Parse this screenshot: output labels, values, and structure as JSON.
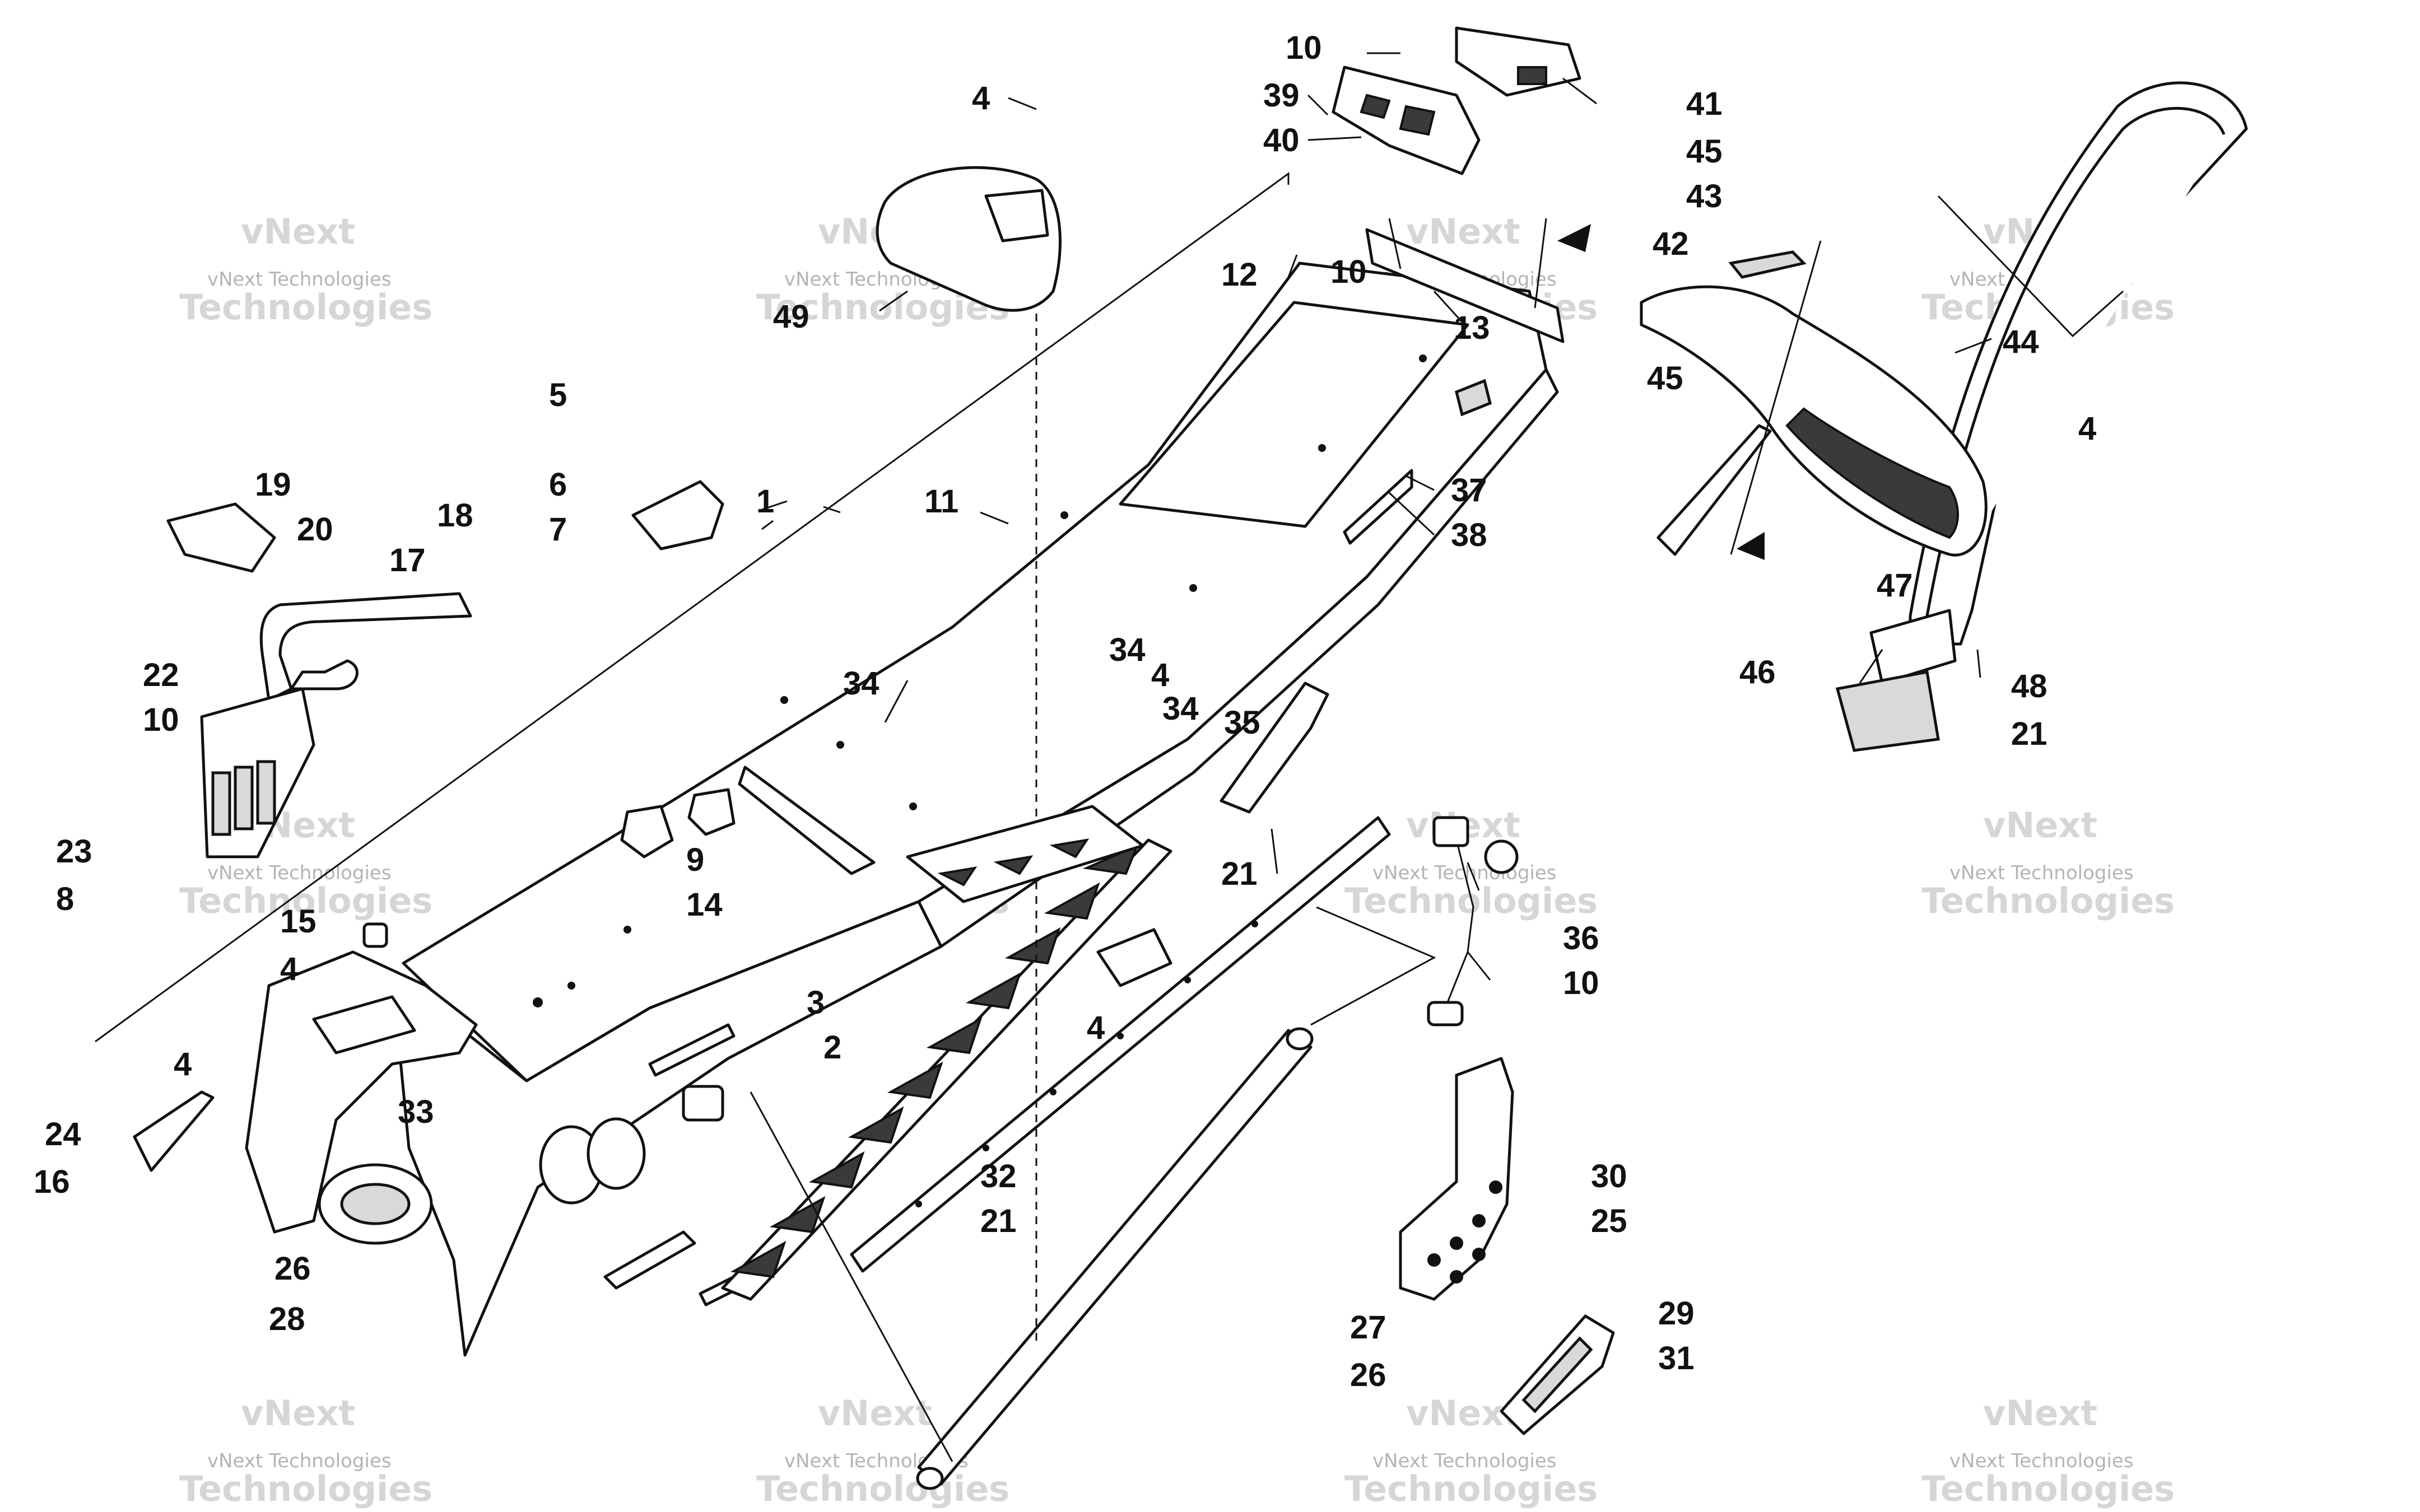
{
  "figure": {
    "background": "#ffffff",
    "line_color": "#111111",
    "callouts": [
      {
        "id": "c10a",
        "label": "10"
      },
      {
        "id": "c39",
        "label": "39"
      },
      {
        "id": "c40",
        "label": "40"
      },
      {
        "id": "c41",
        "label": "41"
      },
      {
        "id": "c4a",
        "label": "4"
      },
      {
        "id": "c45a",
        "label": "45"
      },
      {
        "id": "c43",
        "label": "43"
      },
      {
        "id": "c42",
        "label": "42"
      },
      {
        "id": "c12",
        "label": "12"
      },
      {
        "id": "c10b",
        "label": "10"
      },
      {
        "id": "c13",
        "label": "13"
      },
      {
        "id": "c49",
        "label": "49"
      },
      {
        "id": "c44",
        "label": "44"
      },
      {
        "id": "c45b",
        "label": "45"
      },
      {
        "id": "c4b",
        "label": "4"
      },
      {
        "id": "c5",
        "label": "5"
      },
      {
        "id": "c6",
        "label": "6"
      },
      {
        "id": "c7",
        "label": "7"
      },
      {
        "id": "c1",
        "label": "1"
      },
      {
        "id": "c11",
        "label": "11"
      },
      {
        "id": "c37",
        "label": "37"
      },
      {
        "id": "c38",
        "label": "38"
      },
      {
        "id": "c19",
        "label": "19"
      },
      {
        "id": "c20",
        "label": "20"
      },
      {
        "id": "c18",
        "label": "18"
      },
      {
        "id": "c17",
        "label": "17"
      },
      {
        "id": "c34a",
        "label": "34"
      },
      {
        "id": "c47",
        "label": "47"
      },
      {
        "id": "c46",
        "label": "46"
      },
      {
        "id": "c48",
        "label": "48"
      },
      {
        "id": "c21a",
        "label": "21"
      },
      {
        "id": "c22",
        "label": "22"
      },
      {
        "id": "c10c",
        "label": "10"
      },
      {
        "id": "c34b",
        "label": "34"
      },
      {
        "id": "c4c",
        "label": "4"
      },
      {
        "id": "c34c",
        "label": "34"
      },
      {
        "id": "c35",
        "label": "35"
      },
      {
        "id": "c21b",
        "label": "21"
      },
      {
        "id": "c23",
        "label": "23"
      },
      {
        "id": "c8",
        "label": "8"
      },
      {
        "id": "c9",
        "label": "9"
      },
      {
        "id": "c14",
        "label": "14"
      },
      {
        "id": "c15",
        "label": "15"
      },
      {
        "id": "c4d",
        "label": "4"
      },
      {
        "id": "c36",
        "label": "36"
      },
      {
        "id": "c10d",
        "label": "10"
      },
      {
        "id": "c3",
        "label": "3"
      },
      {
        "id": "c4e",
        "label": "4"
      },
      {
        "id": "c2",
        "label": "2"
      },
      {
        "id": "c4f",
        "label": "4"
      },
      {
        "id": "c24",
        "label": "24"
      },
      {
        "id": "c16",
        "label": "16"
      },
      {
        "id": "c33",
        "label": "33"
      },
      {
        "id": "c32",
        "label": "32"
      },
      {
        "id": "c21c",
        "label": "21"
      },
      {
        "id": "c30",
        "label": "30"
      },
      {
        "id": "c25",
        "label": "25"
      },
      {
        "id": "c26a",
        "label": "26"
      },
      {
        "id": "c28",
        "label": "28"
      },
      {
        "id": "c27",
        "label": "27"
      },
      {
        "id": "c29",
        "label": "29"
      },
      {
        "id": "c26b",
        "label": "26"
      },
      {
        "id": "c31",
        "label": "31"
      }
    ]
  },
  "watermark": {
    "line1": "vNext Technologies",
    "line2": "vNext",
    "line3": "Technologies"
  }
}
